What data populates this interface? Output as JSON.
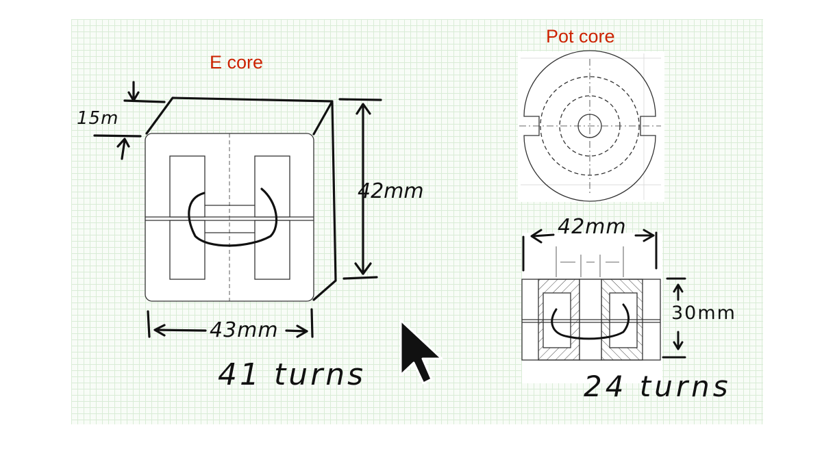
{
  "e_core": {
    "title": "E core",
    "dim_depth": "15m",
    "dim_height": "42mm",
    "dim_width": "43mm",
    "turns": "41 turns"
  },
  "pot_core": {
    "title": "Pot core",
    "dim_width": "42mm",
    "dim_height": "30mm",
    "turns": "24 turns"
  },
  "colors": {
    "title_red": "#cc2200",
    "ink": "#111111",
    "grid": "#d9ecd6"
  },
  "icons": {
    "cursor": "mouse-pointer-icon"
  }
}
